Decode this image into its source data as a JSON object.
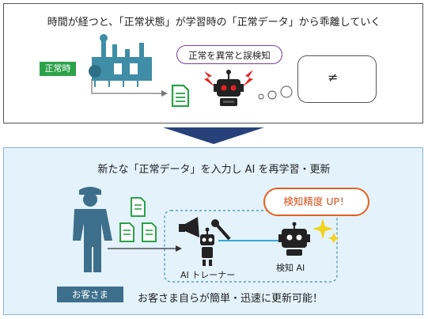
{
  "top_panel": {
    "title": "時間が経つと、「正常状態」が学習時の「正常データ」から乖離していく",
    "normal_time_label": "正常時",
    "speech_text": "正常を異常と誤検知",
    "not_equal_symbol": "≠"
  },
  "bottom_panel": {
    "title": "新たな「正常データ」を入力し AI を再学習・更新",
    "customer_label": "お客さま",
    "trainer_label": "AI トレーナー",
    "detector_label": "検知 AI",
    "accuracy_badge": "検知精度 UP！",
    "message": "お客さま自らが簡単・迅速に更新可能！"
  },
  "colors": {
    "green": "#2ba249",
    "navy_arrow": "#27427a",
    "customer_blue": "#3d6f8c",
    "light_blue_bg": "#e3f2fb",
    "orange": "#e5601d",
    "purple": "#7a3fa0",
    "factory_teal": "#3f8da6",
    "alert_red": "#e52222"
  },
  "icons": [
    "factory-icon",
    "document-icon",
    "robot-icon",
    "alert-icon",
    "person-icon",
    "megaphone-icon",
    "wrench-icon",
    "sparkle-icon"
  ]
}
